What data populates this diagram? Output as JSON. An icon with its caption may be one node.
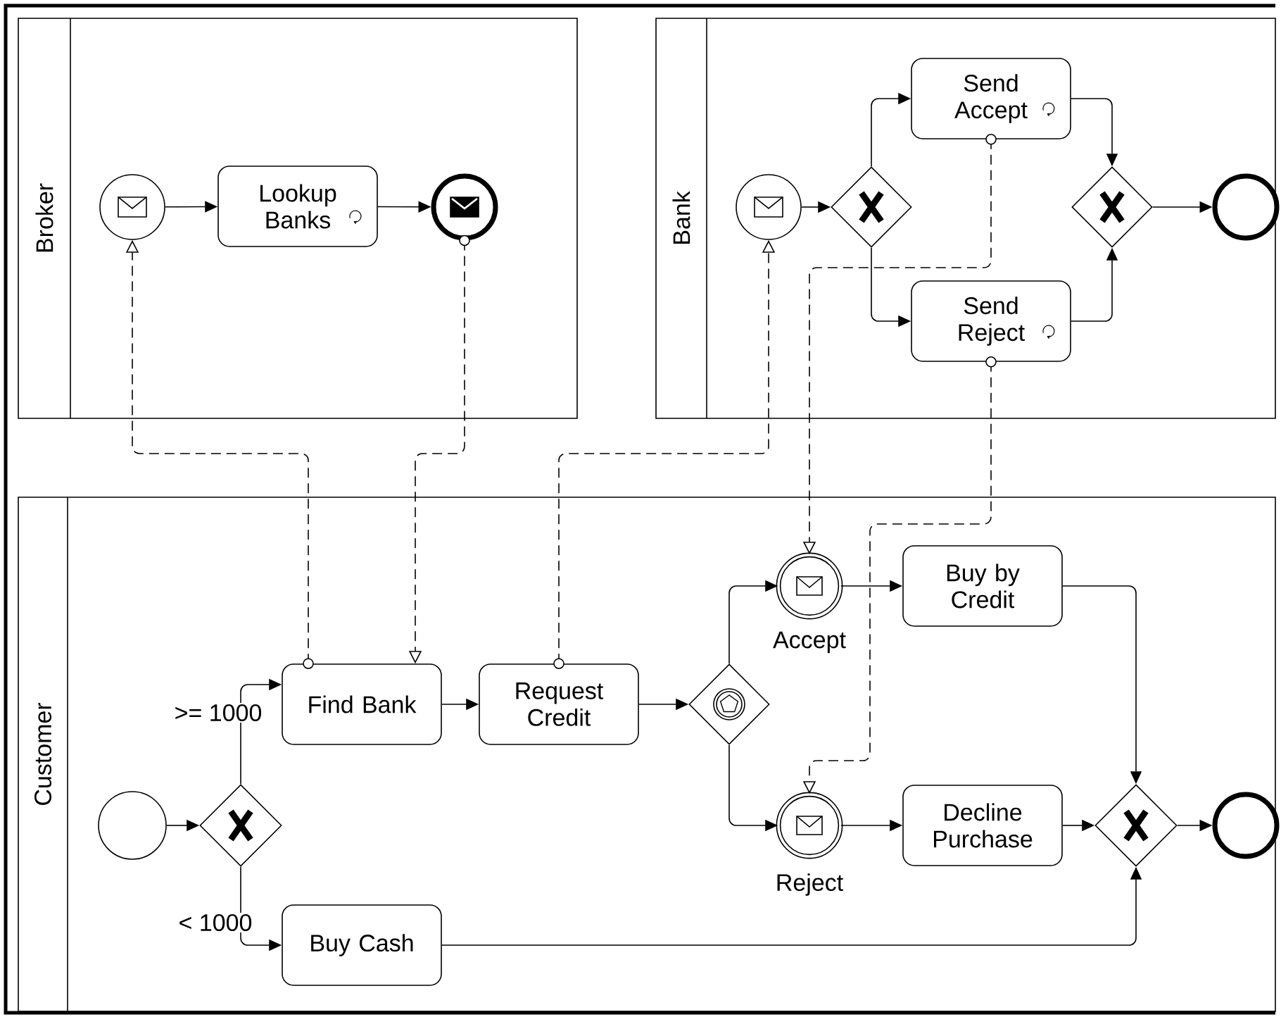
{
  "diagram": {
    "nodes": [
      {
        "text": [
          "Broker"
        ]
      },
      {
        "text": [],
        "shape": "circle",
        "in": 0
      },
      {
        "text": [
          "Lookup Banks"
        ],
        "in": 0
      },
      {
        "text": [],
        "shape": "circle",
        "in": 0
      },
      {
        "text": [
          "Bank"
        ]
      },
      {
        "text": [],
        "shape": "circle",
        "in": 4
      },
      {
        "text": [],
        "shape": "diamond",
        "in": 4
      },
      {
        "text": [
          "Send Accept"
        ],
        "in": 4
      },
      {
        "text": [
          "Send Reject"
        ],
        "in": 4
      },
      {
        "text": [],
        "shape": "diamond",
        "in": 4
      },
      {
        "text": [],
        "shape": "circle",
        "in": 4
      },
      {
        "text": [
          "Customer"
        ]
      },
      {
        "text": [],
        "shape": "circle",
        "in": 11
      },
      {
        "text": [],
        "shape": "diamond",
        "in": 11
      },
      {
        "text": [
          "Find Bank"
        ],
        "in": 11
      },
      {
        "text": [
          "Request Credit"
        ],
        "in": 11
      },
      {
        "text": [],
        "shape": "diamond",
        "in": 11
      },
      {
        "text": [],
        "shape": "circle",
        "in": 11,
        "beside": [
          "Accept"
        ]
      },
      {
        "text": [],
        "shape": "circle",
        "in": 11,
        "beside": [
          "Reject"
        ]
      },
      {
        "text": [
          "Buy by Credit"
        ],
        "in": 11
      },
      {
        "text": [
          "Decline Purchase"
        ],
        "in": 11
      },
      {
        "text": [],
        "shape": "diamond",
        "in": 11
      },
      {
        "text": [],
        "shape": "circle",
        "in": 11
      },
      {
        "text": [
          "Buy Cash"
        ],
        "in": 11
      }
    ],
    "edges": [
      {
        "from": 1,
        "to": 2,
        "arrow": "to"
      },
      {
        "from": 2,
        "to": 3,
        "arrow": "to"
      },
      {
        "from": 5,
        "to": 6,
        "arrow": "to"
      },
      {
        "from": 6,
        "to": 7,
        "arrow": "to"
      },
      {
        "from": 6,
        "to": 8,
        "arrow": "to"
      },
      {
        "from": 7,
        "to": 9,
        "arrow": "to"
      },
      {
        "from": 8,
        "to": 9,
        "arrow": "to"
      },
      {
        "from": 9,
        "to": 10,
        "arrow": "to"
      },
      {
        "from": 12,
        "to": 13,
        "arrow": "to"
      },
      {
        "from": 13,
        "to": 14,
        "arrow": "to",
        "label": ">= 1000"
      },
      {
        "from": 13,
        "to": 23,
        "arrow": "to",
        "label": "< 1000"
      },
      {
        "from": 14,
        "to": 15,
        "arrow": "to"
      },
      {
        "from": 15,
        "to": 16,
        "arrow": "to"
      },
      {
        "from": 16,
        "to": 17,
        "arrow": "to"
      },
      {
        "from": 16,
        "to": 18,
        "arrow": "to"
      },
      {
        "from": 17,
        "to": 19,
        "arrow": "to"
      },
      {
        "from": 18,
        "to": 20,
        "arrow": "to"
      },
      {
        "from": 19,
        "to": 21,
        "arrow": "to"
      },
      {
        "from": 20,
        "to": 21,
        "arrow": "to"
      },
      {
        "from": 23,
        "to": 21,
        "arrow": "to"
      },
      {
        "from": 21,
        "to": 22,
        "arrow": "to"
      },
      {
        "from": 14,
        "to": 1,
        "arrow": "to",
        "style": "dashed"
      },
      {
        "from": 3,
        "to": 14,
        "arrow": "to",
        "style": "dashed"
      },
      {
        "from": 15,
        "to": 5,
        "arrow": "to",
        "style": "dashed"
      },
      {
        "from": 7,
        "to": 17,
        "arrow": "to",
        "style": "dashed"
      },
      {
        "from": 8,
        "to": 18,
        "arrow": "to",
        "style": "dashed"
      }
    ]
  }
}
